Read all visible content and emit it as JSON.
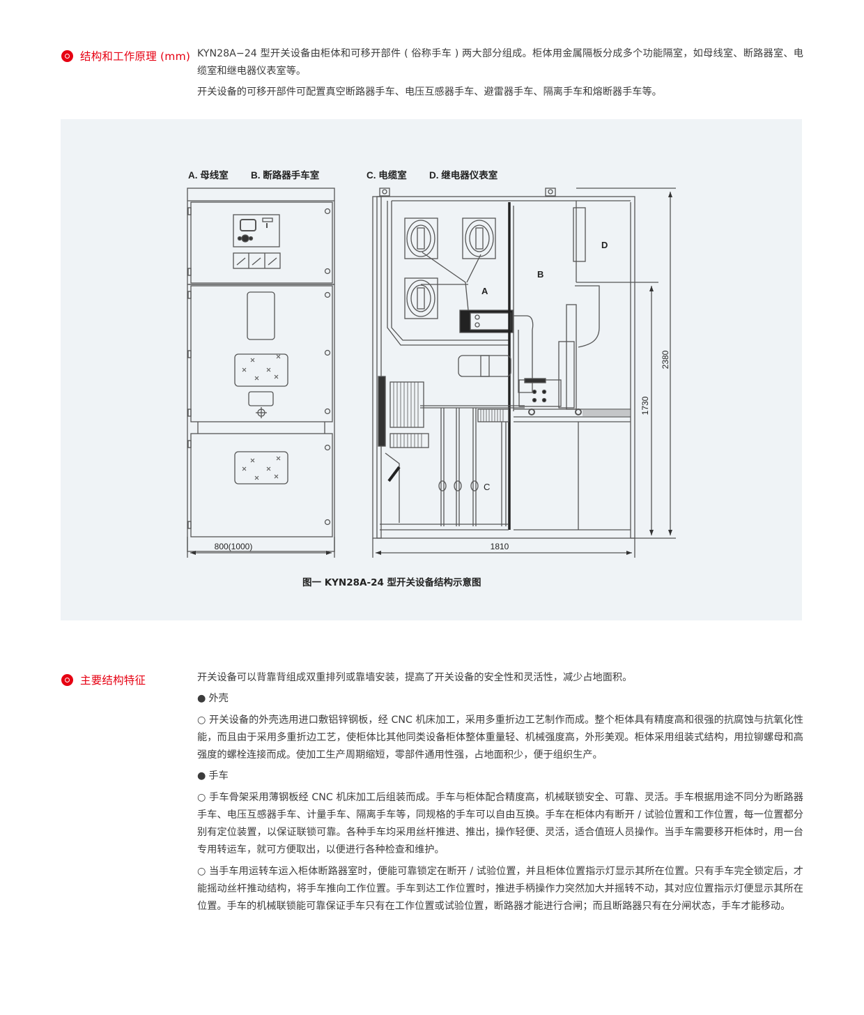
{
  "section1": {
    "icon": "section-marker-icon",
    "title": "结构和工作原理 (mm)",
    "paragraphs": [
      "KYN28A−24 型开关设备由柜体和可移开部件 ( 俗称手车 ) 两大部分组成。柜体用金属隔板分成多个功能隔室，如母线室、断路器室、电缆室和继电器仪表室等。",
      "开关设备的可移开部件可配置真空断路器手车、电压互感器手车、避雷器手车、隔离手车和熔断器手车等。"
    ]
  },
  "figure": {
    "legend": [
      "A. 母线室",
      "B. 断路器手车室",
      "C. 电缆室",
      "D. 继电器仪表室"
    ],
    "compartment_labels": [
      "A",
      "B",
      "C",
      "D"
    ],
    "dimensions": {
      "front_width": "800(1000)",
      "depth": "1810",
      "height_total": "2380",
      "height_lower": "1730"
    },
    "caption": "图一 KYN28A-24 型开关设备结构示意图",
    "colors": {
      "panel_bg": "#eff3f6",
      "line": "#555555"
    }
  },
  "section2": {
    "icon": "section-marker-icon",
    "title": "主要结构特征",
    "intro": "开关设备可以背靠背组成双重排列或靠墙安装，提高了开关设备的安全性和灵活性，减少占地面积。",
    "items": [
      {
        "heading": "外壳",
        "bullet": "●",
        "paragraphs": [
          "○ 开关设备的外壳选用进口敷铝锌钢板，经 CNC 机床加工，采用多重折边工艺制作而成。整个柜体具有精度高和很强的抗腐蚀与抗氧化性能，而且由于采用多重折边工艺，使柜体比其他同类设备柜体整体重量轻、机械强度高，外形美观。柜体采用组装式结构，用拉铆螺母和高强度的螺栓连接而成。使加工生产周期缩短，零部件通用性强，占地面积少，便于组织生产。"
        ]
      },
      {
        "heading": "手车",
        "bullet": "●",
        "paragraphs": [
          "○ 手车骨架采用薄钢板经 CNC 机床加工后组装而成。手车与柜体配合精度高，机械联锁安全、可靠、灵活。手车根据用途不同分为断路器手车、电压互感器手车、计量手车、隔离手车等，同规格的手车可以自由互换。手车在柜体内有断开 / 试验位置和工作位置，每一位置都分别有定位装置，以保证联锁可靠。各种手车均采用丝杆推进、推出，操作轻便、灵活，适合值班人员操作。当手车需要移开柜体时，用一台专用转运车，就可方便取出，以便进行各种检查和维护。",
          "○ 当手车用运转车运入柜体断路器室时，便能可靠锁定在断开 / 试验位置，并且柜体位置指示灯显示其所在位置。只有手车完全锁定后，才能摇动丝杆推动结构，将手车推向工作位置。手车到达工作位置时，推进手柄操作力突然加大并摇转不动，其对应位置指示灯便显示其所在位置。手车的机械联锁能可靠保证手车只有在工作位置或试验位置，断路器才能进行合闸；而且断路器只有在分闸状态，手车才能移动。"
        ]
      }
    ]
  },
  "colors": {
    "accent": "#e60012",
    "body_text": "#3c3c3c"
  }
}
